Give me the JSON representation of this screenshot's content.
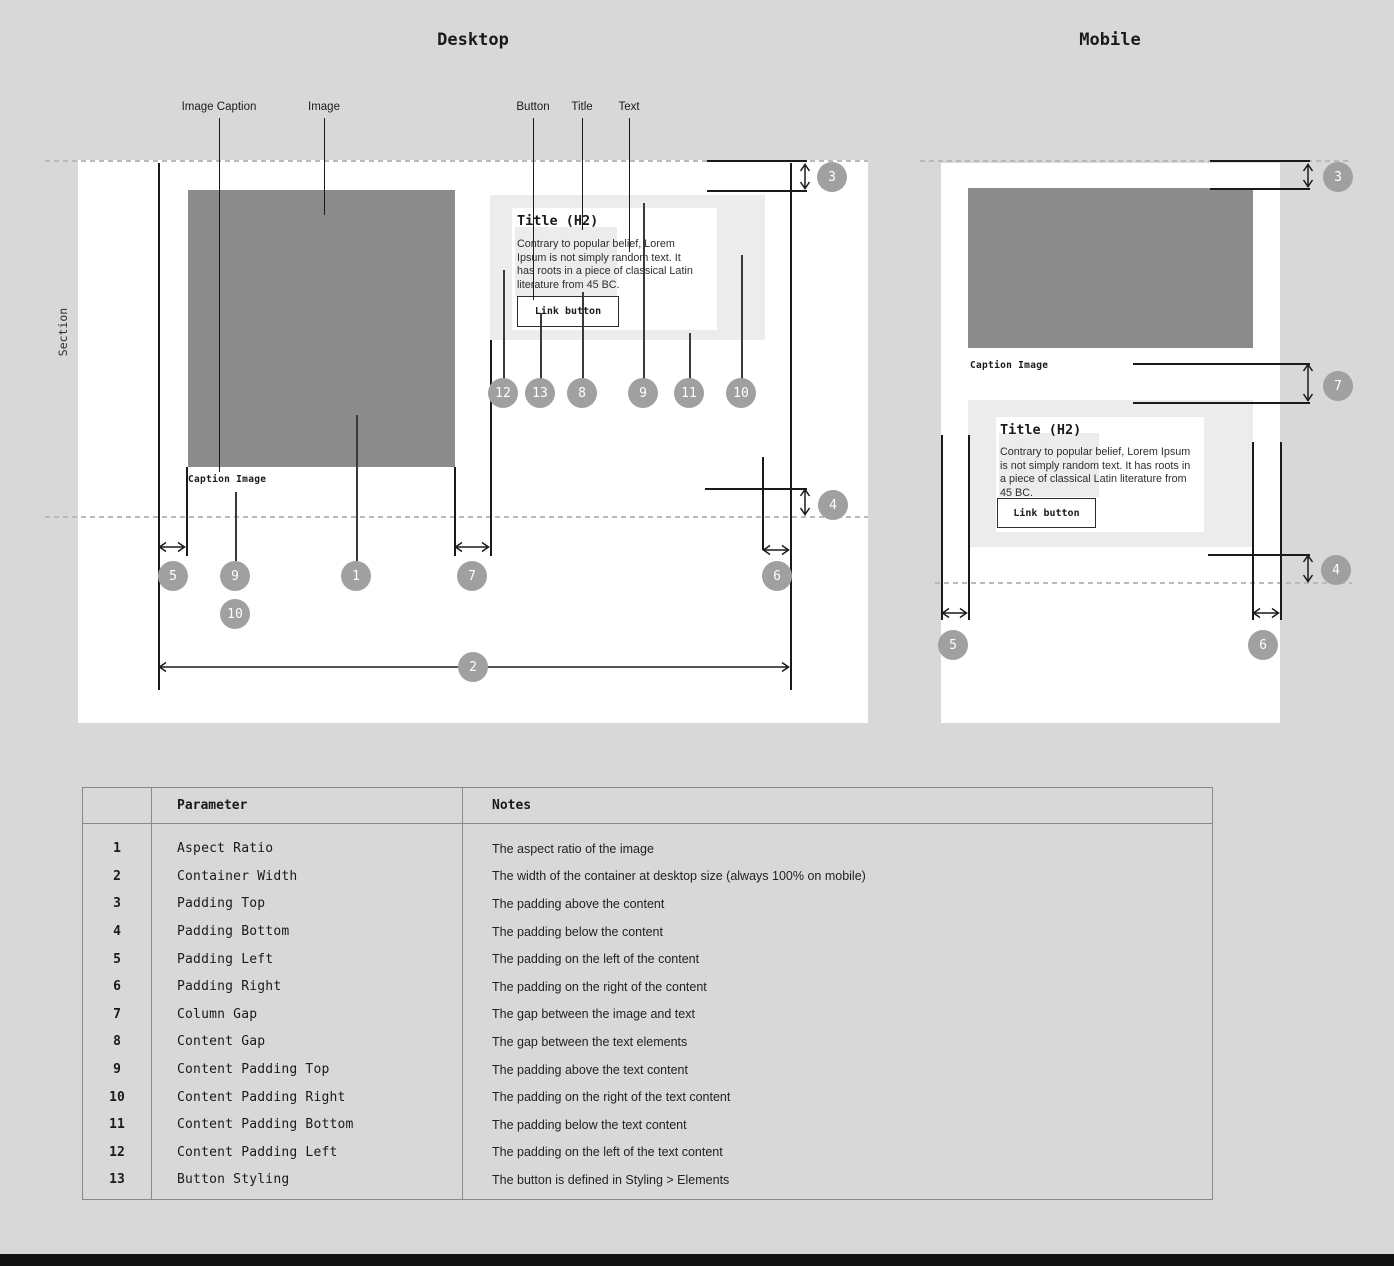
{
  "colors": {
    "page_bg": "#d8d8d8",
    "card_bg": "#ffffff",
    "image_fill": "#8b8b8b",
    "panel_fill": "#ececec",
    "marker_fill": "#a0a0a0",
    "line": "#1a1a1a",
    "dash": "#b9b9b9",
    "footer_bar": "#111111"
  },
  "section_label": "Section",
  "desktop": {
    "heading": "Desktop",
    "labels": {
      "image_caption": "Image Caption",
      "image": "Image",
      "button": "Button",
      "title": "Title",
      "text": "Text"
    },
    "card": {
      "image_caption": "Caption Image",
      "title": "Title (H2)",
      "body": "Contrary to popular belief, Lorem Ipsum is not simply random text. It has roots in a piece of classical Latin literature from 45 BC.",
      "button": "Link button"
    }
  },
  "mobile": {
    "heading": "Mobile",
    "card": {
      "image_caption": "Caption Image",
      "title": "Title (H2)",
      "body": "Contrary to popular belief, Lorem Ipsum is not simply random text. It has roots in a piece of classical Latin literature from 45 BC.",
      "button": "Link button"
    }
  },
  "markers": {
    "desktop": [
      "3",
      "12",
      "13",
      "8",
      "9",
      "11",
      "10",
      "4",
      "5",
      "9",
      "1",
      "7",
      "6",
      "10",
      "2"
    ],
    "mobile": [
      "3",
      "7",
      "4",
      "5",
      "6"
    ]
  },
  "table": {
    "headers": {
      "parameter": "Parameter",
      "notes": "Notes"
    },
    "rows": [
      {
        "n": "1",
        "param": "Aspect Ratio",
        "note": "The aspect ratio of the image"
      },
      {
        "n": "2",
        "param": "Container Width",
        "note": "The width of the container at desktop size (always 100% on mobile)"
      },
      {
        "n": "3",
        "param": "Padding Top",
        "note": "The padding above the content"
      },
      {
        "n": "4",
        "param": "Padding Bottom",
        "note": "The padding below the content"
      },
      {
        "n": "5",
        "param": "Padding Left",
        "note": "The padding on the left of the content"
      },
      {
        "n": "6",
        "param": "Padding Right",
        "note": "The padding on the right of the content"
      },
      {
        "n": "7",
        "param": "Column Gap",
        "note": "The gap between the image and text"
      },
      {
        "n": "8",
        "param": "Content Gap",
        "note": "The gap between the text elements"
      },
      {
        "n": "9",
        "param": "Content Padding Top",
        "note": "The padding above the text content"
      },
      {
        "n": "10",
        "param": "Content Padding Right",
        "note": "The padding on the right of the text content"
      },
      {
        "n": "11",
        "param": "Content Padding Bottom",
        "note": "The padding below the text content"
      },
      {
        "n": "12",
        "param": "Content Padding Left",
        "note": "The padding on the left of the text content"
      },
      {
        "n": "13",
        "param": "Button Styling",
        "note": "The button is defined in Styling > Elements"
      }
    ]
  }
}
